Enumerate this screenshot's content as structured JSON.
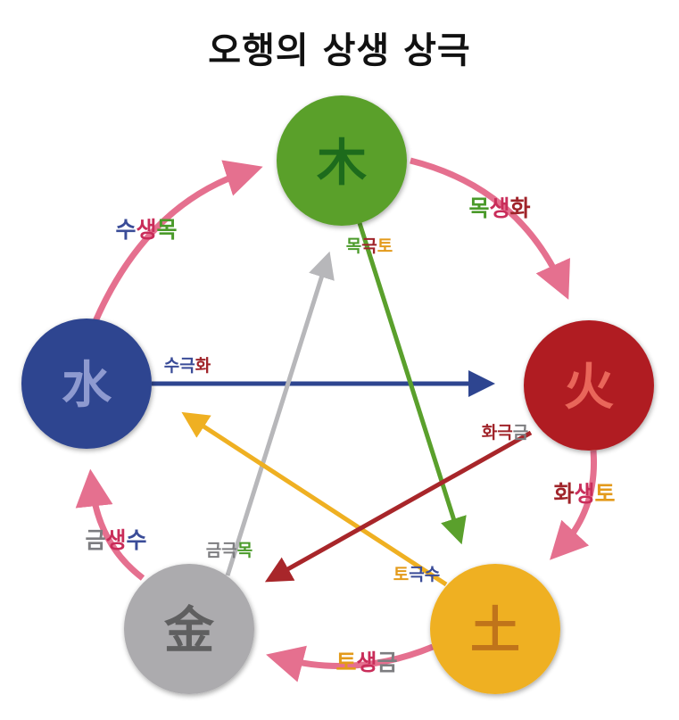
{
  "title": "오행의 상생 상극",
  "colors": {
    "wood": "#5aa02c",
    "fire": "#b01e22",
    "earth": "#efb022",
    "metal": "#acabae",
    "water": "#2e4590",
    "cycle": "#e5708f",
    "sheng": "#c92d5a",
    "wood_text": "#1d6b1c",
    "fire_text": "#e9665a",
    "earth_text": "#c0741a",
    "metal_text": "#5f5f60",
    "water_text": "#8e9ad0",
    "wood_label": "#4a9a2a",
    "fire_label": "#a0242a",
    "earth_label": "#e39a1b",
    "metal_label": "#7d7d80",
    "water_label": "#3a4c98",
    "ke_wood": "#5aa02c",
    "ke_fire": "#a8262a",
    "ke_earth": "#efb022",
    "ke_metal": "#b7b7ba",
    "ke_water": "#2e4590"
  },
  "elements": {
    "wood": {
      "char": "木"
    },
    "fire": {
      "char": "火"
    },
    "earth": {
      "char": "土"
    },
    "metal": {
      "char": "金"
    },
    "water": {
      "char": "水"
    }
  },
  "labels": {
    "sheng_wood_fire": [
      "목",
      "생",
      "화"
    ],
    "sheng_fire_earth": [
      "화",
      "생",
      "토"
    ],
    "sheng_earth_metal": [
      "토",
      "생",
      "금"
    ],
    "sheng_metal_water": [
      "금",
      "생",
      "수"
    ],
    "sheng_water_wood": [
      "수",
      "생",
      "목"
    ],
    "ke_wood_earth": [
      "목",
      "극",
      "토"
    ],
    "ke_fire_metal": [
      "화",
      "극",
      "금"
    ],
    "ke_earth_water": [
      "토",
      "극",
      "수"
    ],
    "ke_metal_wood": [
      "금",
      "극",
      "목"
    ],
    "ke_water_fire": [
      "수",
      "극",
      "화"
    ]
  }
}
